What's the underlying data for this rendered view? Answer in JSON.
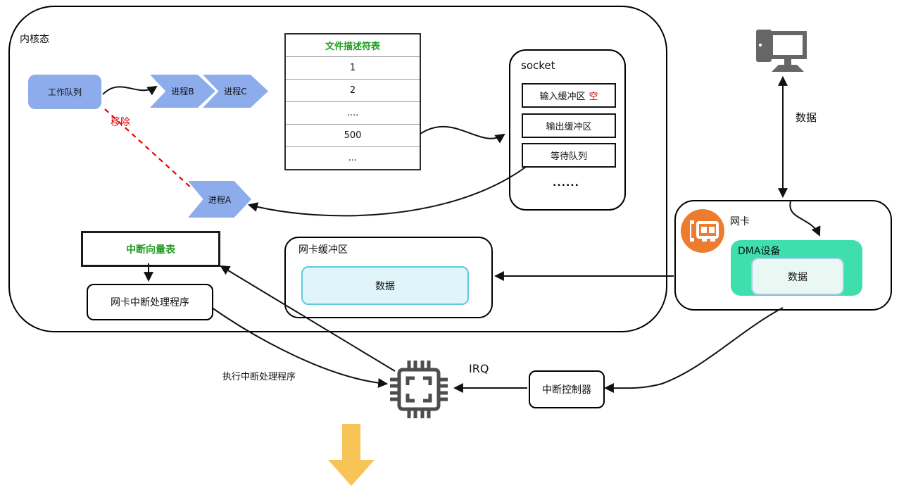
{
  "kernel": {
    "label": "内核态"
  },
  "work_queue": {
    "label": "工作队列"
  },
  "processes": {
    "b": "进程B",
    "c": "进程C",
    "a": "进程A"
  },
  "remove_label": "移除",
  "fd_table": {
    "title": "文件描述符表",
    "rows": [
      "1",
      "2",
      "....",
      "500",
      "..."
    ]
  },
  "socket": {
    "title": "socket",
    "input_buffer": "输入缓冲区",
    "input_buffer_status": "空",
    "output_buffer": "输出缓冲区",
    "wait_queue": "等待队列",
    "ellipsis": "......"
  },
  "interrupt_vector_table": {
    "label": "中断向量表"
  },
  "nic_interrupt_handler": {
    "label": "网卡中断处理程序"
  },
  "nic_buffer": {
    "label": "网卡缓冲区",
    "data": "数据"
  },
  "nic": {
    "label": "网卡",
    "dma": {
      "label": "DMA设备",
      "data": "数据"
    }
  },
  "computer": {
    "data_label": "数据"
  },
  "interrupt_controller": {
    "label": "中断控制器"
  },
  "cpu": {
    "irq_label": "IRQ",
    "exec_label": "执行中断处理程序"
  },
  "colors": {
    "process_blue": "#8CACEC",
    "table_title_green": "#1f9d1f",
    "alert_red": "#e60000",
    "dma_green": "#3EDFAD",
    "buffer_bg_cyan": "#DFF5F9",
    "buffer_border_cyan": "#5FC8DA",
    "dma_data_border_blue": "#A9CBE9",
    "nic_icon_orange": "#ED7C2F",
    "down_arrow_yellow": "#F7C455",
    "icon_gray": "#4d4d4d",
    "line_black": "#111111"
  }
}
